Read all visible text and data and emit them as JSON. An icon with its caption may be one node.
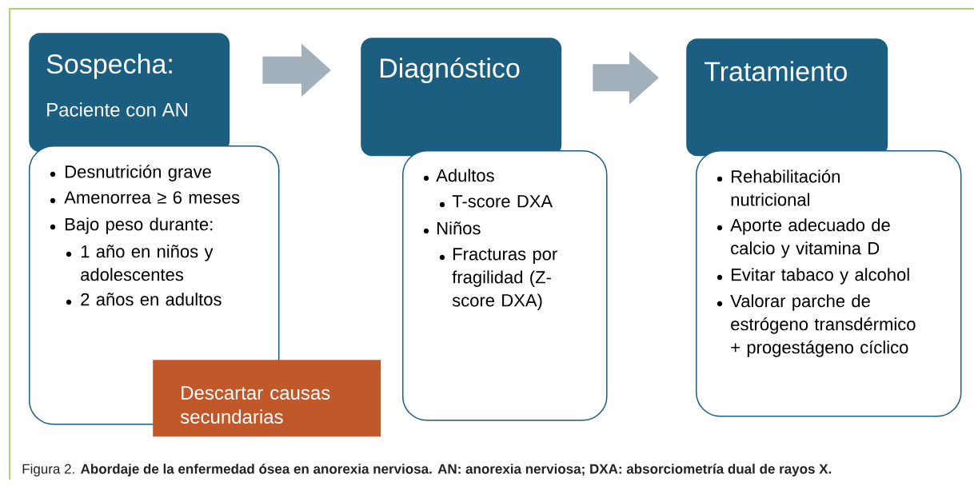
{
  "diagram": {
    "caption": "Figura 2. **Abordaje de la enfermedad ósea en anorexia nerviosa. AN: anorexia nerviosa; DXA: absorciometría dual de rayos X.**",
    "nodes": [
      {
        "text": [
          "Sospecha:",
          "Paciente con AN"
        ]
      },
      {
        "text": [
          "Desnutrición grave",
          "Amenorrea ≥ 6 meses",
          "Bajo peso durante:",
          "1 año en niños y adolescentes",
          "2 años en adultos"
        ]
      },
      {
        "text": [
          "Descartar causas secundarias"
        ]
      },
      {
        "text": [
          "Diagnóstico"
        ]
      },
      {
        "text": [
          "Adultos",
          "T-score DXA",
          "Niños",
          "Fracturas por fragilidad (Z-score DXA)"
        ]
      },
      {
        "text": [
          "Tratamiento"
        ]
      },
      {
        "text": [
          "Rehabilitación nutricional",
          "Aporte adecuado de calcio y vitamina D",
          "Evitar tabaco y alcohol",
          "Valorar parche de estrógeno transdérmico + progestágeno cíclico"
        ]
      }
    ],
    "edges": [
      {
        "from": 0,
        "to": 3,
        "arrow": "to"
      },
      {
        "from": 3,
        "to": 5,
        "arrow": "to"
      }
    ]
  }
}
